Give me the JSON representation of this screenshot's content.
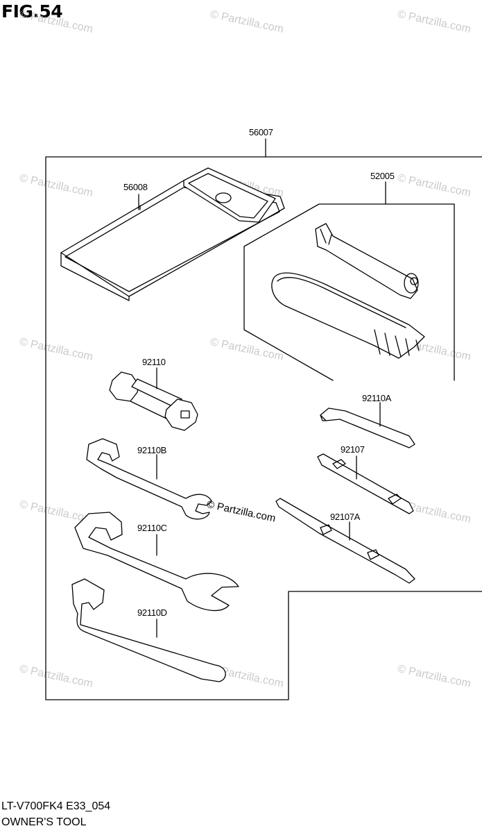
{
  "figure": {
    "title": "FIG.54"
  },
  "watermark": {
    "text": "© Partzilla.com",
    "center_text": "© Partzilla.com"
  },
  "part_refs": {
    "kit": "56007",
    "case": "56008",
    "bag_set": "52005",
    "plug_wrench": "92110",
    "hex_key": "92110A",
    "wrench_b": "92110B",
    "wrench_c": "92110C",
    "wrench_d": "92110D",
    "screwdriver": "92107",
    "screwdriver_a": "92107A"
  },
  "footer": {
    "model_code": "LT-V700FK4 E33_054",
    "section": "OWNER'S TOOL"
  },
  "colors": {
    "line": "#000000",
    "watermark": "#b9b9b9",
    "background": "#ffffff"
  }
}
